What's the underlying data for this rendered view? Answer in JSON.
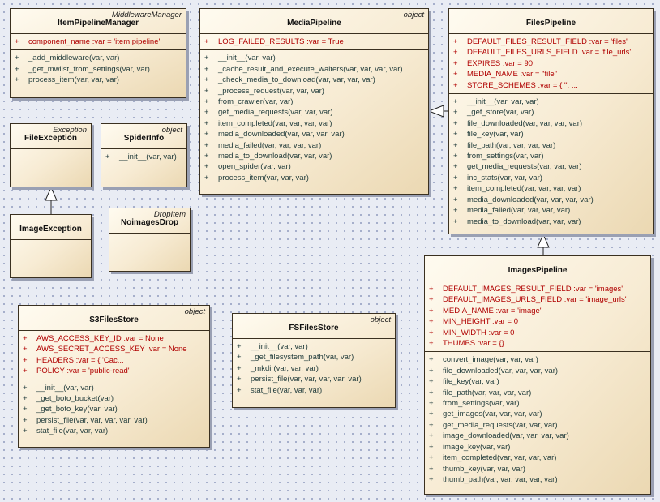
{
  "classes": {
    "item_pipeline_manager": {
      "stereotype": "MiddlewareManager",
      "name": "ItemPipelineManager",
      "attributes": [
        {
          "vis": "+",
          "text": "component_name  :var = 'item pipeline'"
        }
      ],
      "operations": [
        {
          "vis": "+",
          "text": "_add_middleware(var, var)"
        },
        {
          "vis": "+",
          "text": "_get_mwlist_from_settings(var, var)"
        },
        {
          "vis": "+",
          "text": "process_item(var, var, var)"
        }
      ]
    },
    "media_pipeline": {
      "stereotype": "object",
      "name": "MediaPipeline",
      "attributes": [
        {
          "vis": "+",
          "text": "LOG_FAILED_RESULTS  :var = True"
        }
      ],
      "operations": [
        {
          "vis": "+",
          "text": "__init__(var, var)"
        },
        {
          "vis": "+",
          "text": "_cache_result_and_execute_waiters(var, var, var, var)"
        },
        {
          "vis": "+",
          "text": "_check_media_to_download(var, var, var, var)"
        },
        {
          "vis": "+",
          "text": "_process_request(var, var, var)"
        },
        {
          "vis": "+",
          "text": "from_crawler(var, var)"
        },
        {
          "vis": "+",
          "text": "get_media_requests(var, var, var)"
        },
        {
          "vis": "+",
          "text": "item_completed(var, var, var, var)"
        },
        {
          "vis": "+",
          "text": "media_downloaded(var, var, var, var)"
        },
        {
          "vis": "+",
          "text": "media_failed(var, var, var, var)"
        },
        {
          "vis": "+",
          "text": "media_to_download(var, var, var)"
        },
        {
          "vis": "+",
          "text": "open_spider(var, var)"
        },
        {
          "vis": "+",
          "text": "process_item(var, var, var)"
        }
      ]
    },
    "files_pipeline": {
      "stereotype": "",
      "name": "FilesPipeline",
      "attributes": [
        {
          "vis": "+",
          "text": "DEFAULT_FILES_RESULT_FIELD  :var = 'files'"
        },
        {
          "vis": "+",
          "text": "DEFAULT_FILES_URLS_FIELD  :var = 'file_urls'"
        },
        {
          "vis": "+",
          "text": "EXPIRES  :var = 90"
        },
        {
          "vis": "+",
          "text": "MEDIA_NAME  :var = \"file\""
        },
        {
          "vis": "+",
          "text": "STORE_SCHEMES  :var = {        '': ..."
        }
      ],
      "operations": [
        {
          "vis": "+",
          "text": "__init__(var, var, var)"
        },
        {
          "vis": "+",
          "text": "_get_store(var, var)"
        },
        {
          "vis": "+",
          "text": "file_downloaded(var, var, var, var)"
        },
        {
          "vis": "+",
          "text": "file_key(var, var)"
        },
        {
          "vis": "+",
          "text": "file_path(var, var, var, var)"
        },
        {
          "vis": "+",
          "text": "from_settings(var, var)"
        },
        {
          "vis": "+",
          "text": "get_media_requests(var, var, var)"
        },
        {
          "vis": "+",
          "text": "inc_stats(var, var, var)"
        },
        {
          "vis": "+",
          "text": "item_completed(var, var, var, var)"
        },
        {
          "vis": "+",
          "text": "media_downloaded(var, var, var, var)"
        },
        {
          "vis": "+",
          "text": "media_failed(var, var, var, var)"
        },
        {
          "vis": "+",
          "text": "media_to_download(var, var, var)"
        }
      ]
    },
    "file_exception": {
      "stereotype": "Exception",
      "name": "FileException",
      "attributes": [],
      "operations": []
    },
    "spider_info": {
      "stereotype": "object",
      "name": "SpiderInfo",
      "attributes": [],
      "operations": [
        {
          "vis": "+",
          "text": "__init__(var, var)"
        }
      ]
    },
    "image_exception": {
      "stereotype": "",
      "name": "ImageException",
      "attributes": [],
      "operations": []
    },
    "no_images_drop": {
      "stereotype": "DropItem",
      "name": "NoimagesDrop",
      "attributes": [],
      "operations": []
    },
    "s3_files_store": {
      "stereotype": "object",
      "name": "S3FilesStore",
      "attributes": [
        {
          "vis": "+",
          "text": "AWS_ACCESS_KEY_ID  :var = None"
        },
        {
          "vis": "+",
          "text": "AWS_SECRET_ACCESS_KEY  :var = None"
        },
        {
          "vis": "+",
          "text": "HEADERS  :var = {        'Cac..."
        },
        {
          "vis": "+",
          "text": "POLICY  :var = 'public-read'"
        }
      ],
      "operations": [
        {
          "vis": "+",
          "text": "__init__(var, var)"
        },
        {
          "vis": "+",
          "text": "_get_boto_bucket(var)"
        },
        {
          "vis": "+",
          "text": "_get_boto_key(var, var)"
        },
        {
          "vis": "+",
          "text": "persist_file(var, var, var, var, var)"
        },
        {
          "vis": "+",
          "text": "stat_file(var, var, var)"
        }
      ]
    },
    "fs_files_store": {
      "stereotype": "object",
      "name": "FSFilesStore",
      "attributes": [],
      "operations": [
        {
          "vis": "+",
          "text": "__init__(var, var)"
        },
        {
          "vis": "+",
          "text": "_get_filesystem_path(var, var)"
        },
        {
          "vis": "+",
          "text": "_mkdir(var, var, var)"
        },
        {
          "vis": "+",
          "text": "persist_file(var, var, var, var, var)"
        },
        {
          "vis": "+",
          "text": "stat_file(var, var, var)"
        }
      ]
    },
    "images_pipeline": {
      "stereotype": "",
      "name": "ImagesPipeline",
      "attributes": [
        {
          "vis": "+",
          "text": "DEFAULT_IMAGES_RESULT_FIELD  :var = 'images'"
        },
        {
          "vis": "+",
          "text": "DEFAULT_IMAGES_URLS_FIELD  :var = 'image_urls'"
        },
        {
          "vis": "+",
          "text": "MEDIA_NAME  :var = 'image'"
        },
        {
          "vis": "+",
          "text": "MIN_HEIGHT  :var = 0"
        },
        {
          "vis": "+",
          "text": "MIN_WIDTH  :var = 0"
        },
        {
          "vis": "+",
          "text": "THUMBS  :var = {}"
        }
      ],
      "operations": [
        {
          "vis": "+",
          "text": "convert_image(var, var, var)"
        },
        {
          "vis": "+",
          "text": "file_downloaded(var, var, var, var)"
        },
        {
          "vis": "+",
          "text": "file_key(var, var)"
        },
        {
          "vis": "+",
          "text": "file_path(var, var, var, var)"
        },
        {
          "vis": "+",
          "text": "from_settings(var, var)"
        },
        {
          "vis": "+",
          "text": "get_images(var, var, var, var)"
        },
        {
          "vis": "+",
          "text": "get_media_requests(var, var, var)"
        },
        {
          "vis": "+",
          "text": "image_downloaded(var, var, var, var)"
        },
        {
          "vis": "+",
          "text": "image_key(var, var)"
        },
        {
          "vis": "+",
          "text": "item_completed(var, var, var, var)"
        },
        {
          "vis": "+",
          "text": "thumb_key(var, var, var)"
        },
        {
          "vis": "+",
          "text": "thumb_path(var, var, var, var, var)"
        }
      ]
    }
  }
}
